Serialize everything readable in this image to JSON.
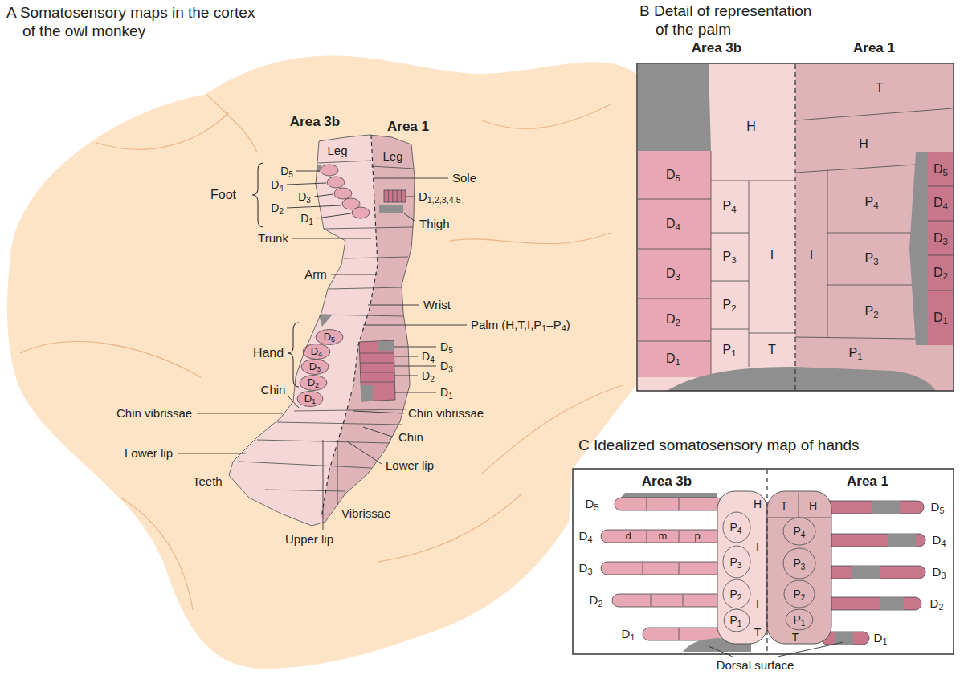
{
  "diagram": {
    "nodes": [
      {
        "text": [
          "B Detail of representation of the palm",
          "Area 3b",
          "Area 1"
        ]
      },
      {
        "text": [
          "C Idealized somatosensory map of hands",
          "Area 3b",
          "Area 1"
        ]
      }
    ],
    "labels": [
      "A Somatosensory maps in the cortex of the owl monkey",
      "Area 3b",
      "Area 1",
      "Leg",
      "Leg",
      "Foot",
      "D5",
      "D4",
      "D3",
      "D2",
      "D1",
      "Sole",
      "D1,2,3,4,5",
      "Thigh",
      "Trunk",
      "Arm",
      "Wrist",
      "Palm (H,T,I,P1–P4)",
      "Hand",
      "D5",
      "D4",
      "D3",
      "D2",
      "D1",
      "D5",
      "D4",
      "D3",
      "D2",
      "D1",
      "Chin",
      "Chin vibrissae",
      "Lower lip",
      "Teeth",
      "Chin vibrissae",
      "Chin",
      "Lower lip",
      "Vibrissae",
      "Upper lip",
      "H",
      "D5",
      "P4",
      "D4",
      "I",
      "P3",
      "D3",
      "P2",
      "D2",
      "P1",
      "T",
      "D1",
      "T",
      "H",
      "D5",
      "I",
      "P4",
      "D4",
      "D3",
      "P3",
      "D2",
      "P2",
      "D1",
      "P1",
      "D5",
      "D4",
      "d",
      "m",
      "p",
      "D3",
      "D2",
      "D1",
      "H",
      "P4",
      "I",
      "P3",
      "P2",
      "I",
      "P1",
      "T",
      "T",
      "H",
      "P4",
      "P3",
      "P2",
      "P1",
      "T",
      "D5",
      "D4",
      "D3",
      "D2",
      "D1",
      "Dorsal surface"
    ]
  }
}
